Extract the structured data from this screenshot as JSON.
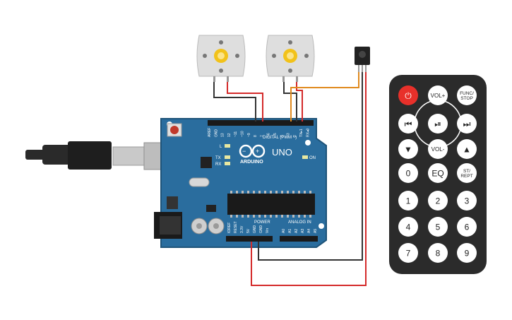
{
  "board": {
    "logo_text": "ARDUINO",
    "model": "UNO",
    "digital_label": "DIGITAL (PWM ~)",
    "power_label": "POWER",
    "analog_label": "ANALOG IN",
    "led_on": "ON",
    "led_l": "L",
    "led_tx": "TX",
    "led_rx": "RX",
    "digital_pins": [
      "AREF",
      "GND",
      "13",
      "12",
      "~11",
      "~10",
      "~9",
      "8",
      "7",
      "~6",
      "~5",
      "4",
      "~3",
      "2",
      "TX▸1",
      "RX◂0"
    ],
    "power_pins": [
      "IOREF",
      "RESET",
      "3.3V",
      "5V",
      "GND",
      "GND",
      "Vin"
    ],
    "analog_pins": [
      "A0",
      "A1",
      "A2",
      "A3",
      "A4",
      "A5"
    ]
  },
  "remote": {
    "row1": [
      "⏻",
      "VOL+",
      "FUNC/\nSTOP"
    ],
    "row2": [
      "⏮",
      "⏯",
      "⏭"
    ],
    "row3": [
      "▼",
      "VOL-",
      "▲"
    ],
    "row4": [
      "0",
      "EQ",
      "ST/\nREPT"
    ],
    "row5": [
      "1",
      "2",
      "3"
    ],
    "row6": [
      "4",
      "5",
      "6"
    ],
    "row7": [
      "7",
      "8",
      "9"
    ]
  },
  "colors": {
    "board": "#2a6d9e",
    "board_dark": "#1f5479",
    "wire_red": "#d42a2a",
    "wire_black": "#333333",
    "wire_orange": "#e08a1e",
    "wire_gray": "#777777",
    "remote_body": "#2b2b2b",
    "power_button": "#e8302a",
    "motor_body": "#dedede",
    "gear": "#f2c21a"
  },
  "icons": [
    "usb-cable-icon",
    "dc-motor-icon",
    "ir-receiver-icon",
    "ir-remote-icon",
    "arduino-infinity-logo-icon"
  ]
}
